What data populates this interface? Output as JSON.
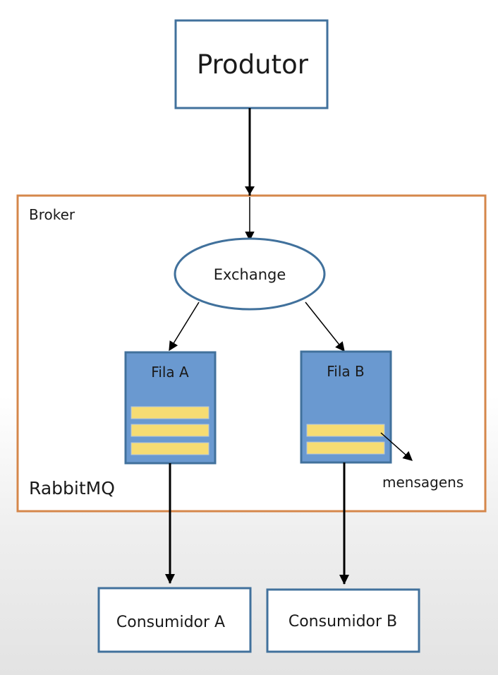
{
  "diagram": {
    "producer": {
      "label": "Produtor"
    },
    "broker": {
      "label": "Broker",
      "product": "RabbitMQ"
    },
    "exchange": {
      "label": "Exchange"
    },
    "queues": [
      {
        "label": "Fila A",
        "message_count": 3
      },
      {
        "label": "Fila B",
        "message_count": 2
      }
    ],
    "messages_callout": "mensagens",
    "consumers": [
      {
        "label": "Consumidor A"
      },
      {
        "label": "Consumidor B"
      }
    ]
  },
  "colors": {
    "node_border": "#41719c",
    "broker_border": "#d5874b",
    "queue_fill": "#6a99d0",
    "message_fill": "#f6dc73",
    "arrow": "#000000"
  }
}
